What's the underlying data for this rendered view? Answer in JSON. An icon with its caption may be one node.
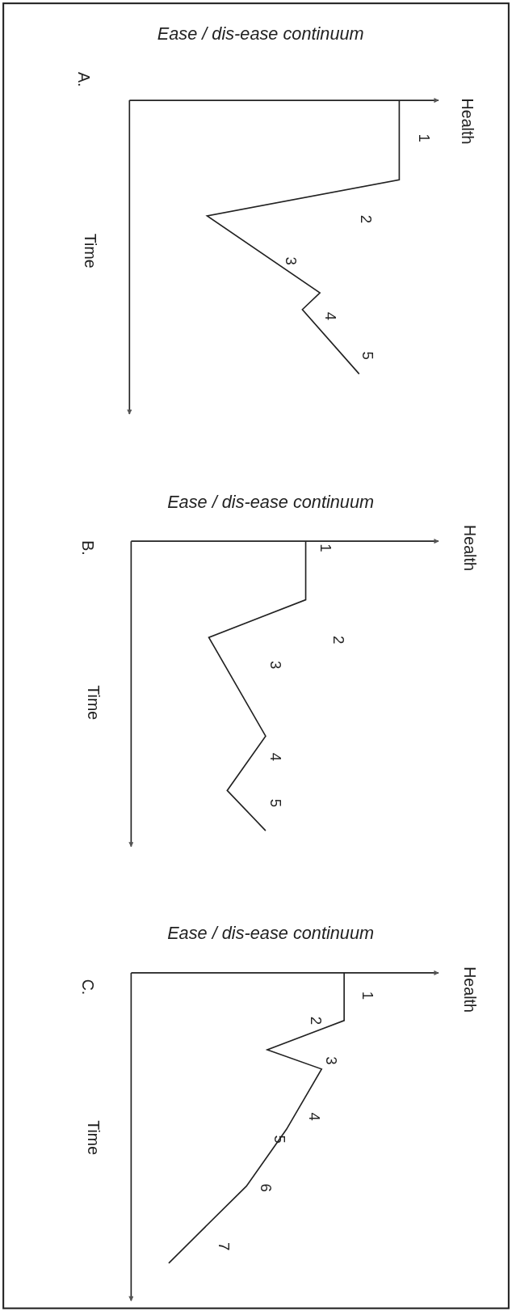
{
  "diagram": {
    "labels": [
      "Ease / dis-ease continuum",
      "A.",
      "Health",
      "Time",
      "1",
      "2",
      "3",
      "4",
      "5",
      "Ease / dis-ease continuum",
      "B.",
      "Health",
      "Time",
      "1",
      "2",
      "3",
      "4",
      "5",
      "Ease / dis-ease continuum",
      "C.",
      "Health",
      "Time",
      "1",
      "2",
      "3",
      "4",
      "5",
      "6",
      "7"
    ]
  }
}
